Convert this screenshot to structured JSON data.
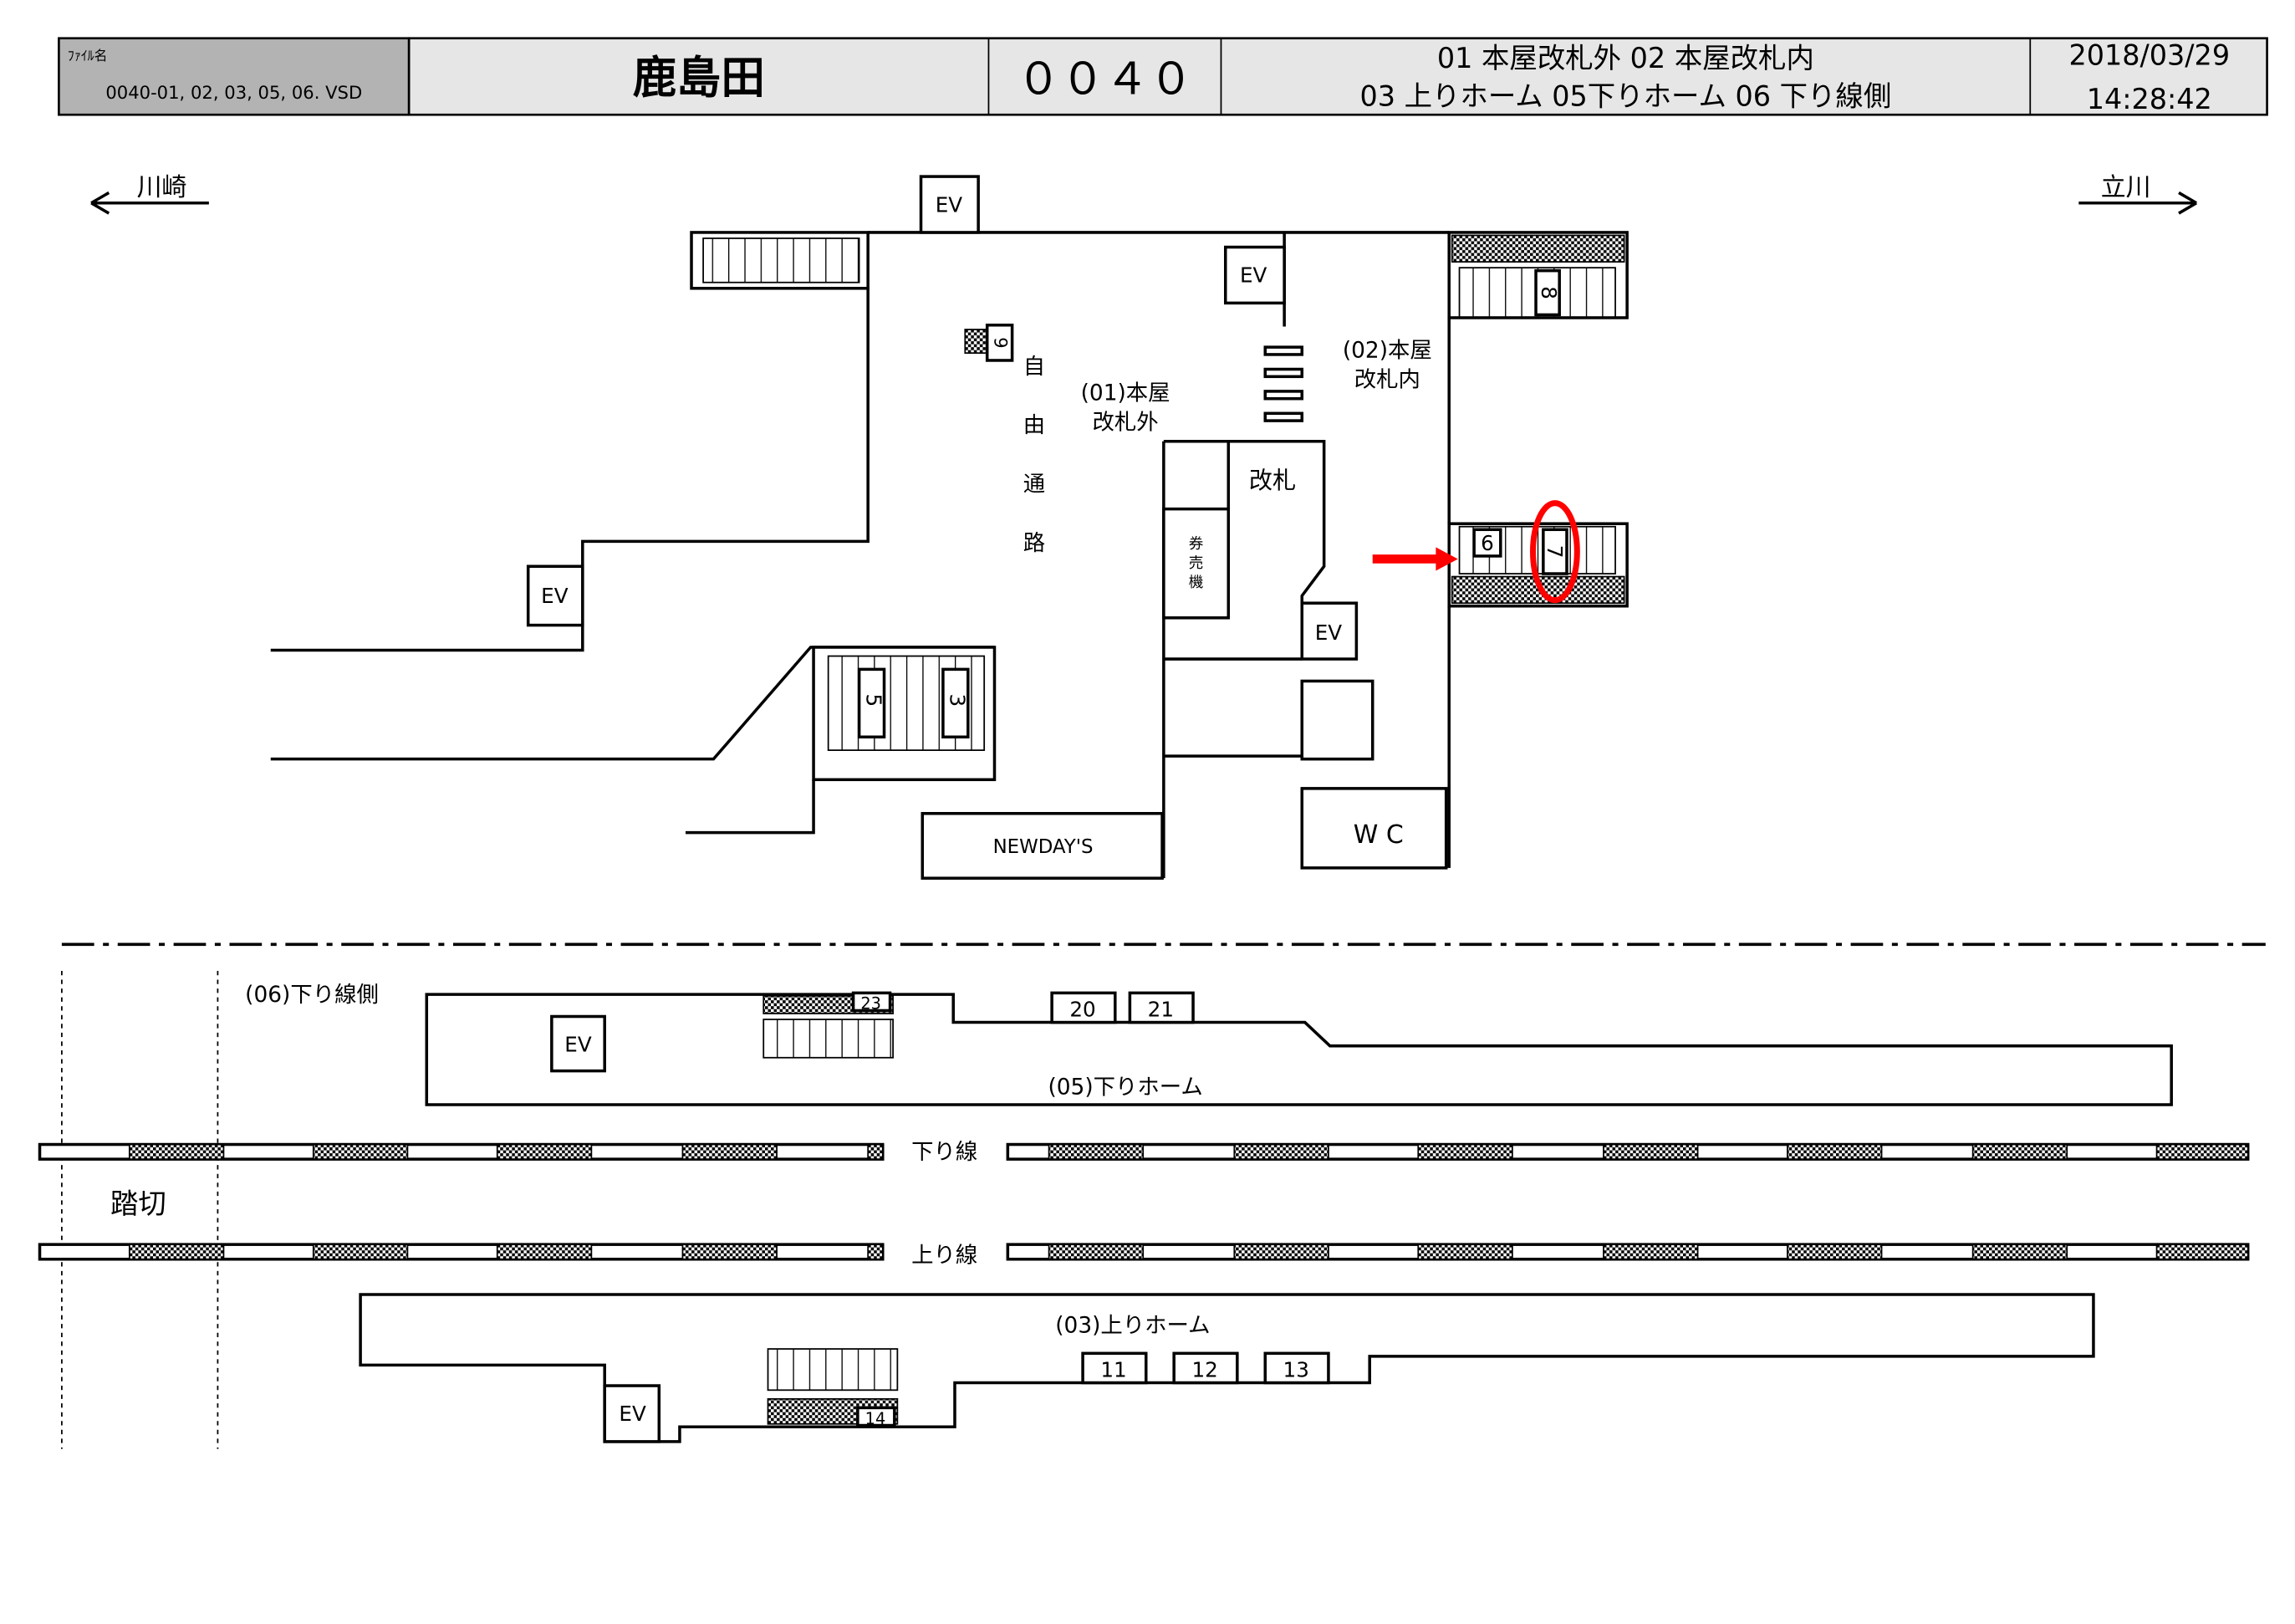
{
  "header": {
    "file_label": "ﾌｧｲﾙ名",
    "file_name": "0040-01, 02, 03, 05, 06. VSD",
    "station_name": "鹿島田",
    "station_code": "００４０",
    "areas_line1": "01 本屋改札外 02 本屋改札内",
    "areas_line2": "03 上りホーム 05下りホーム 06 下り線側",
    "date": "2018/03/29",
    "time": "14:28:42"
  },
  "directions": {
    "left": "川崎",
    "right": "立川"
  },
  "concourse": {
    "free_passage": [
      "自",
      "由",
      "通",
      "路"
    ],
    "area01": [
      "(01)本屋",
      "改札外"
    ],
    "area02": [
      "(02)本屋",
      "改札内"
    ],
    "gate": "改札",
    "ticket_machine": [
      "券",
      "売",
      "機"
    ],
    "ev": "EV",
    "wc": "W C",
    "shop": "NEWDAY'S",
    "stairs": {
      "s3": "3",
      "s5": "5",
      "s6": "6",
      "s7": "7",
      "s8": "8",
      "s9": "9"
    }
  },
  "platforms": {
    "area06": "(06)下り線側",
    "down_platform": "(05)下りホーム",
    "up_platform": "(03)上りホーム",
    "down_line": "下り線",
    "up_line": "上り線",
    "crossing": "踏切",
    "down_cars": [
      "20",
      "21",
      "23"
    ],
    "up_cars": [
      "11",
      "12",
      "13",
      "14"
    ]
  },
  "colors": {
    "highlight": "#ff0000",
    "header_gray": "#b3b3b3",
    "header_light": "#e6e6e6"
  }
}
